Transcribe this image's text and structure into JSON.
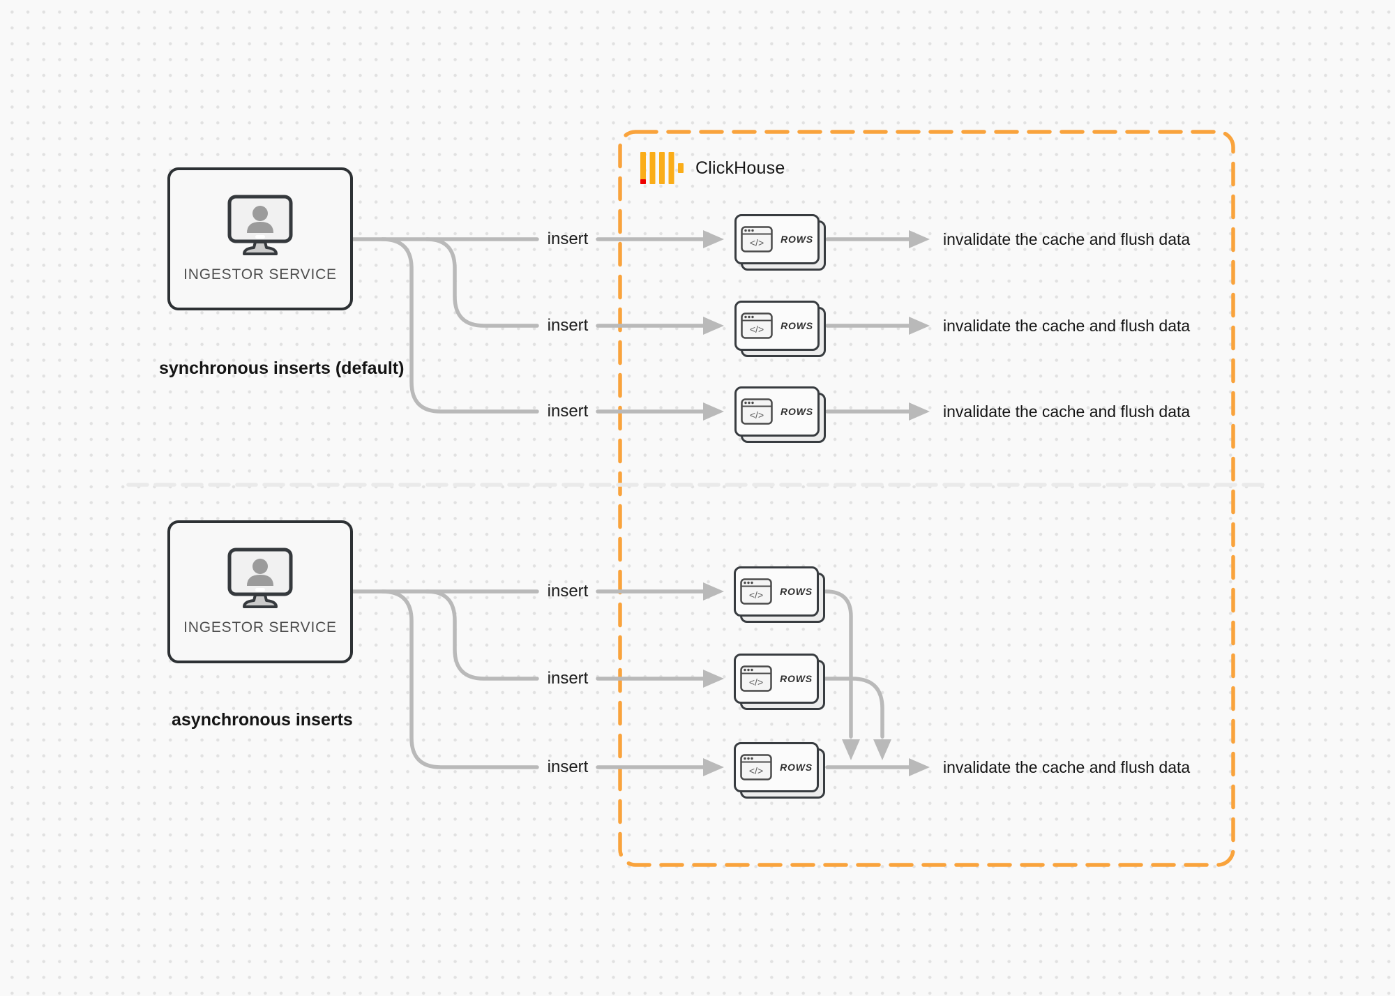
{
  "clickhouse": {
    "name": "ClickHouse"
  },
  "sync_flow": {
    "caption": "synchronous inserts (default)",
    "service_label": "INGESTOR SERVICE",
    "rows": [
      {
        "insert": "insert",
        "card": "ROWS",
        "result": "invalidate the cache and flush data"
      },
      {
        "insert": "insert",
        "card": "ROWS",
        "result": "invalidate the cache and flush data"
      },
      {
        "insert": "insert",
        "card": "ROWS",
        "result": "invalidate the cache and flush data"
      }
    ]
  },
  "async_flow": {
    "caption": "asynchronous inserts",
    "service_label": "INGESTOR SERVICE",
    "rows": [
      {
        "insert": "insert",
        "card": "ROWS"
      },
      {
        "insert": "insert",
        "card": "ROWS"
      },
      {
        "insert": "insert",
        "card": "ROWS"
      }
    ],
    "result": "invalidate the cache and flush data"
  },
  "icons": {
    "monitor_user": "monitor-with-user-icon",
    "code_window": "code-window-icon",
    "clickhouse_bars": "clickhouse-logo-icon"
  },
  "colors": {
    "accent_orange": "#F9A33C",
    "logo_yellow": "#FAAD19",
    "logo_red": "#EE0000",
    "connector_gray": "#B9B9B9",
    "divider_gray": "#EAEAEA"
  }
}
